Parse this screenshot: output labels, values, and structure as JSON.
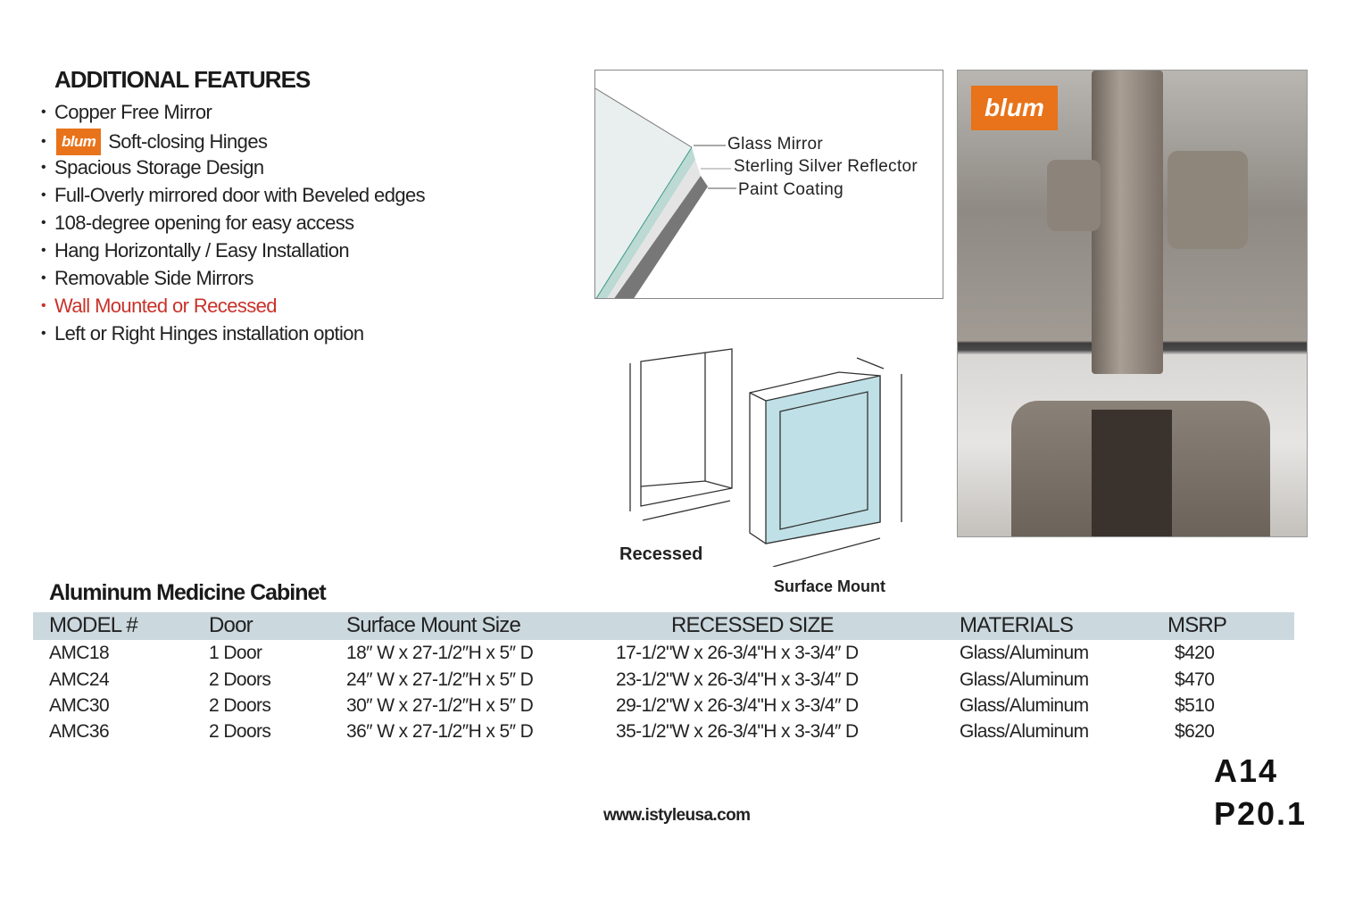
{
  "features": {
    "title": "ADDITIONAL FEATURES",
    "items": [
      {
        "text": "Copper  Free Mirror"
      },
      {
        "text": "Soft-closing Hinges",
        "logo": "blum"
      },
      {
        "text": "Spacious Storage Design"
      },
      {
        "text": "Full-Overly mirrored door with Beveled edges"
      },
      {
        "text": "108-degree opening for easy access"
      },
      {
        "text": "Hang Horizontally / Easy Installation"
      },
      {
        "text": "Removable Side Mirrors"
      },
      {
        "text": "Wall Mounted or Recessed",
        "color": "#c8322a"
      },
      {
        "text": "Left or Right Hinges installation option"
      }
    ]
  },
  "mirror_diagram": {
    "layers": [
      "Glass Mirror",
      "Sterling Silver Reflector",
      "Paint Coating"
    ]
  },
  "mount_diagram": {
    "recessed": "Recessed",
    "surface": "Surface Mount"
  },
  "photo": {
    "logo": "blum",
    "brand_color": "#e8731a"
  },
  "table": {
    "title": "Aluminum Medicine Cabinet",
    "headers": [
      "MODEL #",
      "Door",
      "Surface Mount Size",
      "RECESSED SIZE",
      "MATERIALS",
      "MSRP"
    ],
    "rows": [
      [
        "AMC18",
        "1 Door",
        "18″ W x 27-1/2″H x 5″ D",
        "17-1/2\"W x 26-3/4\"H x 3-3/4″ D",
        "Glass/Aluminum",
        "$420"
      ],
      [
        "AMC24",
        "2 Doors",
        "24″ W x 27-1/2″H x 5″ D",
        "23-1/2\"W x 26-3/4\"H x 3-3/4″ D",
        "Glass/Aluminum",
        "$470"
      ],
      [
        "AMC30",
        "2 Doors",
        "30″ W x 27-1/2″H x 5″ D",
        "29-1/2\"W x 26-3/4\"H x 3-3/4″ D",
        "Glass/Aluminum",
        "$510"
      ],
      [
        "AMC36",
        "2 Doors",
        "36″ W x 27-1/2″H x 5″ D",
        "35-1/2\"W x 26-3/4\"H x 3-3/4″ D",
        "Glass/Aluminum",
        "$620"
      ]
    ],
    "header_color": "#cbd8de"
  },
  "footer": {
    "website": "www.istyleusa.com",
    "code1": "A14",
    "code2": "P20.1"
  }
}
